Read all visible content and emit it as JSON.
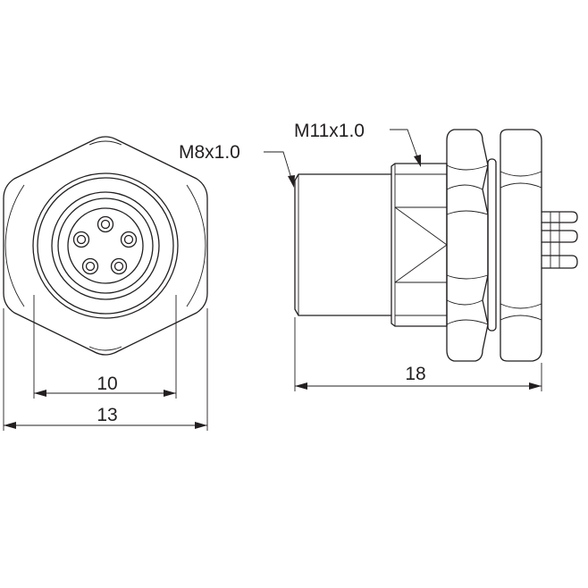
{
  "annotations": {
    "thread_small": "M8x1.0",
    "thread_large": "M11x1.0"
  },
  "dimensions": {
    "inner_width": "10",
    "outer_width": "13",
    "overall_length": "18"
  },
  "colors": {
    "line": "#231f20",
    "background": "#ffffff"
  }
}
